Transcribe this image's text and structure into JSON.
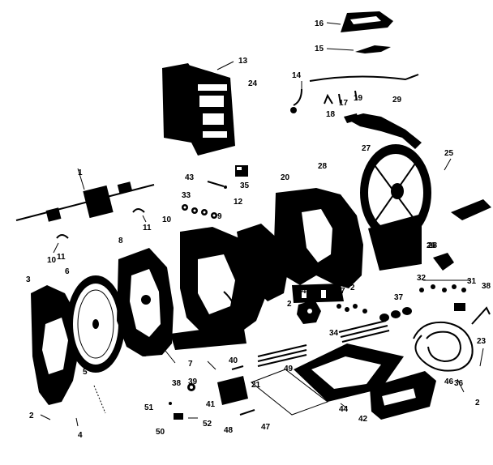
{
  "diagram": {
    "labels": [
      "1",
      "2",
      "2",
      "2",
      "2",
      "3",
      "4",
      "5",
      "5",
      "6",
      "7",
      "7",
      "8",
      "9",
      "10",
      "10",
      "11",
      "11",
      "12",
      "13",
      "14",
      "15",
      "16",
      "17",
      "18",
      "19",
      "20",
      "21",
      "23",
      "24",
      "25",
      "26",
      "27",
      "28",
      "28",
      "29",
      "31",
      "32",
      "33",
      "34",
      "35",
      "36",
      "37",
      "38",
      "38",
      "39",
      "40",
      "41",
      "42",
      "43",
      "44",
      "45",
      "46",
      "47",
      "48",
      "49",
      "50",
      "51",
      "52"
    ]
  }
}
